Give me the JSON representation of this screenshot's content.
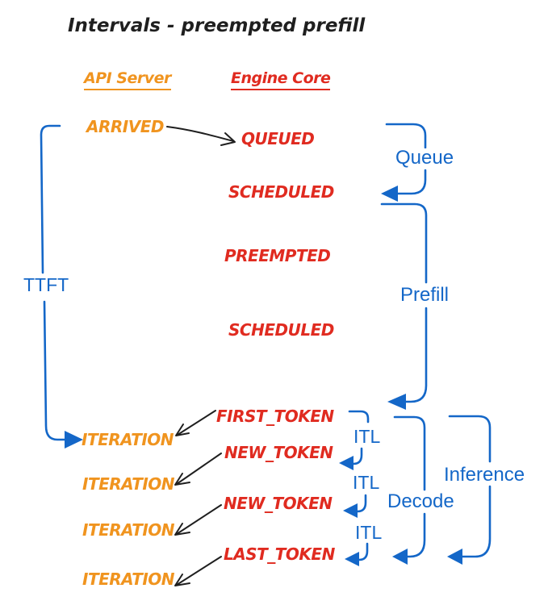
{
  "title": "Intervals - preempted prefill",
  "columns": {
    "api_server": "API Server",
    "engine_core": "Engine Core"
  },
  "api_events": {
    "arrived": "ARRIVED",
    "iteration_1": "ITERATION",
    "iteration_2": "ITERATION",
    "iteration_3": "ITERATION",
    "iteration_4": "ITERATION"
  },
  "engine_events": {
    "queued": "QUEUED",
    "scheduled_1": "SCHEDULED",
    "preempted": "PREEMPTED",
    "scheduled_2": "SCHEDULED",
    "first_token": "FIRST_TOKEN",
    "new_token_1": "NEW_TOKEN",
    "new_token_2": "NEW_TOKEN",
    "last_token": "LAST_TOKEN"
  },
  "intervals": {
    "ttft": "TTFT",
    "queue": "Queue",
    "prefill": "Prefill",
    "itl_1": "ITL",
    "itl_2": "ITL",
    "itl_3": "ITL",
    "decode": "Decode",
    "inference": "Inference"
  },
  "colors": {
    "orange": "#f0941f",
    "red": "#e02b20",
    "blue": "#1467c8",
    "black": "#1f1f1f",
    "bg": "#ffffff"
  }
}
